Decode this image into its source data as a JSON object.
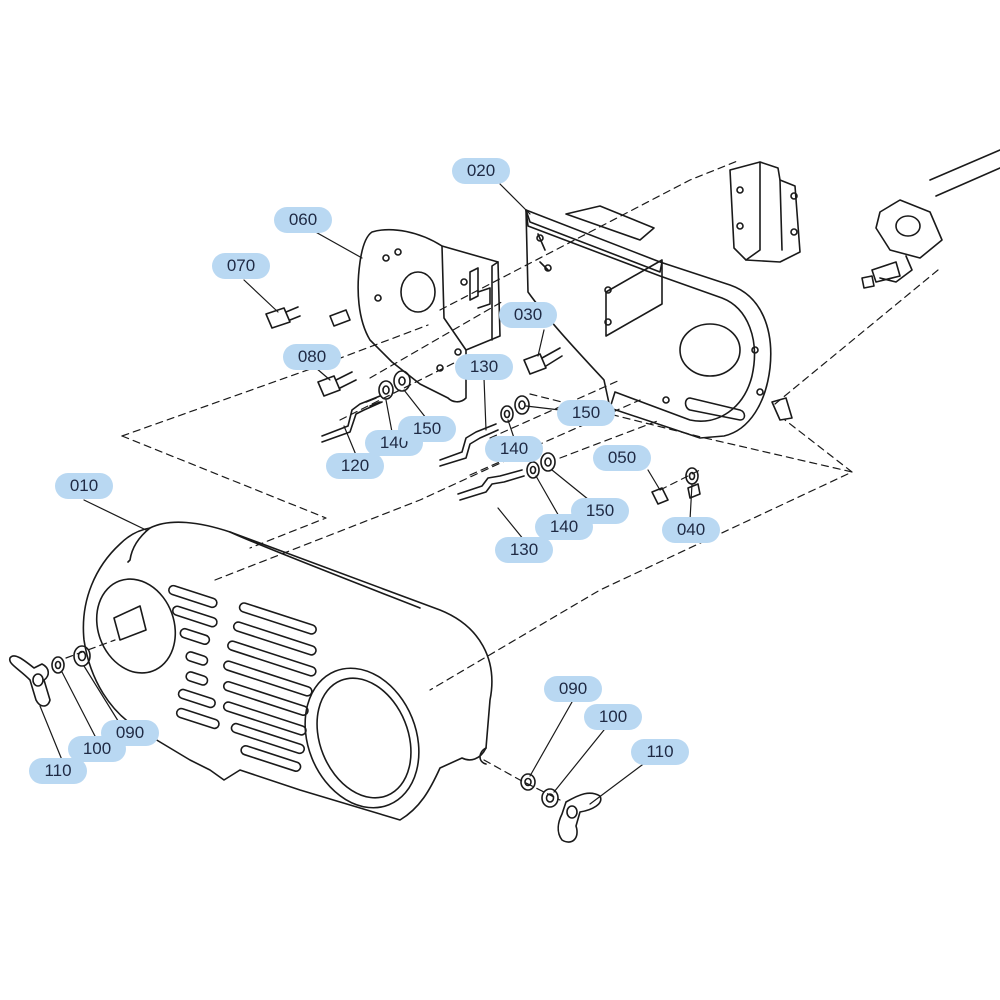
{
  "diagram": {
    "colors": {
      "line": "#1a1a1a",
      "highlight": "#b9d8f2",
      "label_text": "#1f2a44"
    },
    "callouts": [
      {
        "id": "c-010",
        "label": "010"
      },
      {
        "id": "c-020",
        "label": "020"
      },
      {
        "id": "c-030",
        "label": "030"
      },
      {
        "id": "c-040",
        "label": "040"
      },
      {
        "id": "c-050",
        "label": "050"
      },
      {
        "id": "c-060",
        "label": "060"
      },
      {
        "id": "c-070",
        "label": "070"
      },
      {
        "id": "c-080",
        "label": "080"
      },
      {
        "id": "c-090-left",
        "label": "090"
      },
      {
        "id": "c-090-right",
        "label": "090"
      },
      {
        "id": "c-100-left",
        "label": "100"
      },
      {
        "id": "c-100-right",
        "label": "100"
      },
      {
        "id": "c-110-left",
        "label": "110"
      },
      {
        "id": "c-110-right",
        "label": "110"
      },
      {
        "id": "c-120",
        "label": "120"
      },
      {
        "id": "c-130-upper",
        "label": "130"
      },
      {
        "id": "c-130-lower",
        "label": "130"
      },
      {
        "id": "c-140-a",
        "label": "140"
      },
      {
        "id": "c-140-b",
        "label": "140"
      },
      {
        "id": "c-140-c",
        "label": "140"
      },
      {
        "id": "c-150-a",
        "label": "150"
      },
      {
        "id": "c-150-b",
        "label": "150"
      },
      {
        "id": "c-150-c",
        "label": "150"
      }
    ]
  }
}
